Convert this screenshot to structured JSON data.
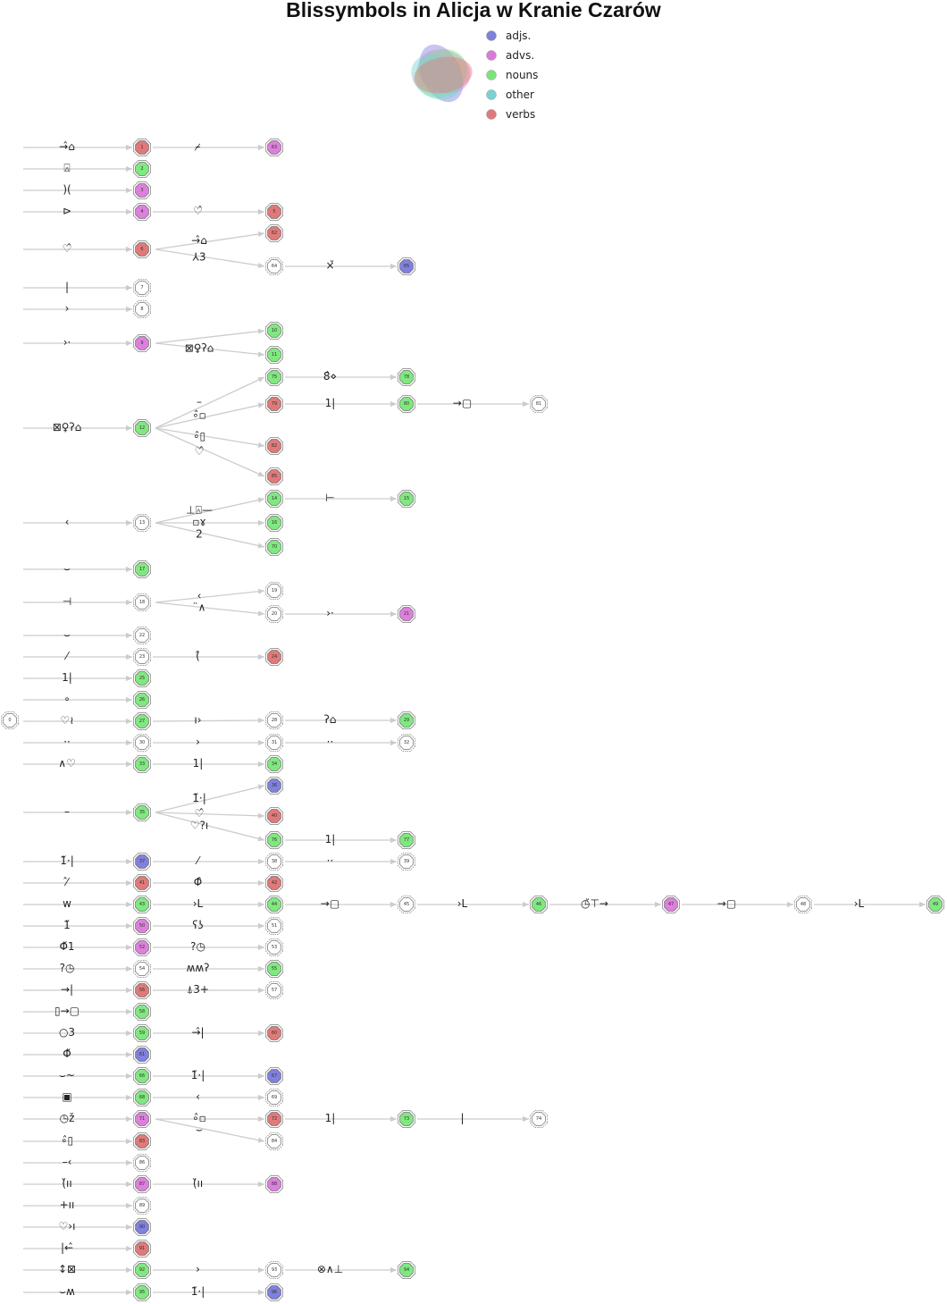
{
  "title": "Blissymbols in Alicja w Kranie Czarów",
  "colors": {
    "adjs": "#8080dd",
    "advs": "#dd80dd",
    "nouns": "#80e880",
    "other": "#ffffff",
    "verbs": "#e07a7a",
    "edge": "#cccccc"
  },
  "legend": [
    {
      "key": "adjs",
      "label": "adjs.",
      "color": "#7f7fdc"
    },
    {
      "key": "advs",
      "label": "advs.",
      "color": "#d87cd8"
    },
    {
      "key": "nouns",
      "label": "nouns",
      "color": "#7de27d"
    },
    {
      "key": "other",
      "label": "other",
      "color": "#79d2d2"
    },
    {
      "key": "verbs",
      "label": "verbs",
      "color": "#e07a7a"
    }
  ],
  "nodes": [
    {
      "id": "0",
      "kind": "other"
    },
    {
      "id": "1",
      "kind": "verbs"
    },
    {
      "id": "2",
      "kind": "nouns"
    },
    {
      "id": "3",
      "kind": "advs"
    },
    {
      "id": "4",
      "kind": "advs"
    },
    {
      "id": "5",
      "kind": "verbs"
    },
    {
      "id": "6",
      "kind": "verbs"
    },
    {
      "id": "7",
      "kind": "other"
    },
    {
      "id": "8",
      "kind": "other"
    },
    {
      "id": "9",
      "kind": "advs"
    },
    {
      "id": "10",
      "kind": "nouns"
    },
    {
      "id": "11",
      "kind": "nouns"
    },
    {
      "id": "12",
      "kind": "nouns"
    },
    {
      "id": "13",
      "kind": "other"
    },
    {
      "id": "14",
      "kind": "nouns"
    },
    {
      "id": "15",
      "kind": "nouns"
    },
    {
      "id": "16",
      "kind": "nouns"
    },
    {
      "id": "17",
      "kind": "nouns"
    },
    {
      "id": "18",
      "kind": "other"
    },
    {
      "id": "19",
      "kind": "other"
    },
    {
      "id": "20",
      "kind": "other"
    },
    {
      "id": "21",
      "kind": "advs"
    },
    {
      "id": "22",
      "kind": "other"
    },
    {
      "id": "23",
      "kind": "other"
    },
    {
      "id": "24",
      "kind": "verbs"
    },
    {
      "id": "25",
      "kind": "nouns"
    },
    {
      "id": "26",
      "kind": "nouns"
    },
    {
      "id": "27",
      "kind": "nouns"
    },
    {
      "id": "28",
      "kind": "other"
    },
    {
      "id": "29",
      "kind": "nouns"
    },
    {
      "id": "30",
      "kind": "other"
    },
    {
      "id": "31",
      "kind": "other"
    },
    {
      "id": "32",
      "kind": "other"
    },
    {
      "id": "33",
      "kind": "nouns"
    },
    {
      "id": "34",
      "kind": "nouns"
    },
    {
      "id": "35",
      "kind": "nouns"
    },
    {
      "id": "36",
      "kind": "adjs"
    },
    {
      "id": "37",
      "kind": "adjs"
    },
    {
      "id": "38",
      "kind": "other"
    },
    {
      "id": "39",
      "kind": "other"
    },
    {
      "id": "40",
      "kind": "verbs"
    },
    {
      "id": "41",
      "kind": "verbs"
    },
    {
      "id": "42",
      "kind": "verbs"
    },
    {
      "id": "43",
      "kind": "nouns"
    },
    {
      "id": "44",
      "kind": "nouns"
    },
    {
      "id": "45",
      "kind": "other"
    },
    {
      "id": "46",
      "kind": "nouns"
    },
    {
      "id": "47",
      "kind": "advs"
    },
    {
      "id": "48",
      "kind": "other"
    },
    {
      "id": "49",
      "kind": "nouns"
    },
    {
      "id": "50",
      "kind": "advs"
    },
    {
      "id": "51",
      "kind": "other"
    },
    {
      "id": "52",
      "kind": "advs"
    },
    {
      "id": "53",
      "kind": "other"
    },
    {
      "id": "54",
      "kind": "other"
    },
    {
      "id": "55",
      "kind": "nouns"
    },
    {
      "id": "56",
      "kind": "verbs"
    },
    {
      "id": "57",
      "kind": "other"
    },
    {
      "id": "58",
      "kind": "nouns"
    },
    {
      "id": "59",
      "kind": "nouns"
    },
    {
      "id": "60",
      "kind": "verbs"
    },
    {
      "id": "61",
      "kind": "adjs"
    },
    {
      "id": "62",
      "kind": "verbs"
    },
    {
      "id": "63",
      "kind": "advs"
    },
    {
      "id": "64",
      "kind": "other"
    },
    {
      "id": "65",
      "kind": "adjs"
    },
    {
      "id": "66",
      "kind": "nouns"
    },
    {
      "id": "67",
      "kind": "adjs"
    },
    {
      "id": "68",
      "kind": "nouns"
    },
    {
      "id": "69",
      "kind": "other"
    },
    {
      "id": "70",
      "kind": "nouns"
    },
    {
      "id": "71",
      "kind": "advs"
    },
    {
      "id": "72",
      "kind": "verbs"
    },
    {
      "id": "73",
      "kind": "nouns"
    },
    {
      "id": "74",
      "kind": "other"
    },
    {
      "id": "75",
      "kind": "nouns"
    },
    {
      "id": "76",
      "kind": "nouns"
    },
    {
      "id": "77",
      "kind": "nouns"
    },
    {
      "id": "78",
      "kind": "nouns"
    },
    {
      "id": "79",
      "kind": "verbs"
    },
    {
      "id": "80",
      "kind": "nouns"
    },
    {
      "id": "81",
      "kind": "other"
    },
    {
      "id": "82",
      "kind": "verbs"
    },
    {
      "id": "83",
      "kind": "verbs"
    },
    {
      "id": "84",
      "kind": "other"
    },
    {
      "id": "85",
      "kind": "verbs"
    },
    {
      "id": "86",
      "kind": "other"
    },
    {
      "id": "87",
      "kind": "advs"
    },
    {
      "id": "88",
      "kind": "advs"
    },
    {
      "id": "89",
      "kind": "other"
    },
    {
      "id": "90",
      "kind": "adjs"
    },
    {
      "id": "91",
      "kind": "verbs"
    },
    {
      "id": "92",
      "kind": "nouns"
    },
    {
      "id": "93",
      "kind": "other"
    },
    {
      "id": "94",
      "kind": "nouns"
    },
    {
      "id": "95",
      "kind": "nouns"
    },
    {
      "id": "96",
      "kind": "adjs"
    }
  ],
  "edges": [
    {
      "from": "0",
      "to": "1",
      "label": "→̂⌂"
    },
    {
      "from": "0",
      "to": "2",
      "label": "⍓"
    },
    {
      "from": "0",
      "to": "3",
      "label": ")("
    },
    {
      "from": "0",
      "to": "4",
      "label": "⊳"
    },
    {
      "from": "0",
      "to": "6",
      "label": "♡̂"
    },
    {
      "from": "0",
      "to": "7",
      "label": "|"
    },
    {
      "from": "0",
      "to": "8",
      "label": "›"
    },
    {
      "from": "0",
      "to": "9",
      "label": "›·"
    },
    {
      "from": "0",
      "to": "12",
      "label": "⊠♀ʔ⌂"
    },
    {
      "from": "0",
      "to": "13",
      "label": "‹"
    },
    {
      "from": "0",
      "to": "17",
      "label": "⌣"
    },
    {
      "from": "0",
      "to": "18",
      "label": "⊣"
    },
    {
      "from": "0",
      "to": "22",
      "label": "⌣"
    },
    {
      "from": "0",
      "to": "23",
      "label": "⁄"
    },
    {
      "from": "0",
      "to": "25",
      "label": "1|"
    },
    {
      "from": "0",
      "to": "26",
      "label": "∘"
    },
    {
      "from": "0",
      "to": "27",
      "label": "♡≀"
    },
    {
      "from": "0",
      "to": "30",
      "label": "··"
    },
    {
      "from": "0",
      "to": "33",
      "label": "∧♡"
    },
    {
      "from": "0",
      "to": "35",
      "label": "–"
    },
    {
      "from": "0",
      "to": "37",
      "label": "1̌·|"
    },
    {
      "from": "0",
      "to": "41",
      "label": "⁄̂"
    },
    {
      "from": "0",
      "to": "43",
      "label": "w"
    },
    {
      "from": "0",
      "to": "50",
      "label": "1̌"
    },
    {
      "from": "0",
      "to": "52",
      "label": "Φ̌1"
    },
    {
      "from": "0",
      "to": "54",
      "label": "?◷"
    },
    {
      "from": "0",
      "to": "56",
      "label": "→|"
    },
    {
      "from": "0",
      "to": "58",
      "label": "▯→▢"
    },
    {
      "from": "0",
      "to": "59",
      "label": "○3"
    },
    {
      "from": "0",
      "to": "61",
      "label": "Φ̌"
    },
    {
      "from": "0",
      "to": "66",
      "label": "⌣~"
    },
    {
      "from": "0",
      "to": "68",
      "label": "▣"
    },
    {
      "from": "0",
      "to": "71",
      "label": "◷ž"
    },
    {
      "from": "0",
      "to": "83",
      "label": "∘̂▯"
    },
    {
      "from": "0",
      "to": "86",
      "label": "–‹"
    },
    {
      "from": "0",
      "to": "87",
      "label": "(̌ıı"
    },
    {
      "from": "0",
      "to": "89",
      "label": "+ıı"
    },
    {
      "from": "0",
      "to": "90",
      "label": "♡›ı"
    },
    {
      "from": "0",
      "to": "91",
      "label": "|←̂"
    },
    {
      "from": "0",
      "to": "92",
      "label": "↕⊠"
    },
    {
      "from": "0",
      "to": "95",
      "label": "⌣ʍ"
    },
    {
      "from": "1",
      "to": "63",
      "label": "–̷"
    },
    {
      "from": "4",
      "to": "5",
      "label": "♡̂"
    },
    {
      "from": "6",
      "to": "62",
      "label": "→̂⌂"
    },
    {
      "from": "6",
      "to": "64",
      "label": "⅄3"
    },
    {
      "from": "64",
      "to": "65",
      "label": "×̌"
    },
    {
      "from": "9",
      "to": "10",
      "label": ""
    },
    {
      "from": "9",
      "to": "11",
      "label": "⊠♀ʔ⌂"
    },
    {
      "from": "12",
      "to": "75",
      "label": "–"
    },
    {
      "from": "12",
      "to": "79",
      "label": "∘̂▫"
    },
    {
      "from": "12",
      "to": "82",
      "label": "∘̂▯"
    },
    {
      "from": "12",
      "to": "85",
      "label": "♡̂"
    },
    {
      "from": "75",
      "to": "78",
      "label": "8̂⋄"
    },
    {
      "from": "79",
      "to": "80",
      "label": "1|"
    },
    {
      "from": "80",
      "to": "81",
      "label": "→▢"
    },
    {
      "from": "13",
      "to": "14",
      "label": "⊥⍓—"
    },
    {
      "from": "13",
      "to": "16",
      "label": "▫ɤ"
    },
    {
      "from": "13",
      "to": "70",
      "label": "2"
    },
    {
      "from": "14",
      "to": "15",
      "label": "⊢"
    },
    {
      "from": "18",
      "to": "19",
      "label": "‹"
    },
    {
      "from": "18",
      "to": "20",
      "label": "¨∧"
    },
    {
      "from": "20",
      "to": "21",
      "label": "›·"
    },
    {
      "from": "23",
      "to": "24",
      "label": "(̂"
    },
    {
      "from": "27",
      "to": "28",
      "label": "ı›"
    },
    {
      "from": "28",
      "to": "29",
      "label": "ʔ⌂"
    },
    {
      "from": "30",
      "to": "31",
      "label": "›"
    },
    {
      "from": "31",
      "to": "32",
      "label": "··"
    },
    {
      "from": "33",
      "to": "34",
      "label": "1|"
    },
    {
      "from": "35",
      "to": "36",
      "label": "1̌·|"
    },
    {
      "from": "35",
      "to": "40",
      "label": "♡̂"
    },
    {
      "from": "35",
      "to": "76",
      "label": "♡?ı"
    },
    {
      "from": "76",
      "to": "77",
      "label": "1|"
    },
    {
      "from": "37",
      "to": "38",
      "label": "⁄"
    },
    {
      "from": "38",
      "to": "39",
      "label": "··"
    },
    {
      "from": "41",
      "to": "42",
      "label": "Φ̂"
    },
    {
      "from": "43",
      "to": "44",
      "label": "›L"
    },
    {
      "from": "44",
      "to": "45",
      "label": "→▢"
    },
    {
      "from": "45",
      "to": "46",
      "label": "›L"
    },
    {
      "from": "46",
      "to": "47",
      "label": "◷̌⊤→"
    },
    {
      "from": "47",
      "to": "48",
      "label": "→▢"
    },
    {
      "from": "48",
      "to": "49",
      "label": "›L"
    },
    {
      "from": "50",
      "to": "51",
      "label": "ʕʖ"
    },
    {
      "from": "52",
      "to": "53",
      "label": "?◷"
    },
    {
      "from": "54",
      "to": "55",
      "label": "ʍʍʔ"
    },
    {
      "from": "56",
      "to": "57",
      "label": "⍋3+"
    },
    {
      "from": "59",
      "to": "60",
      "label": "→̂|"
    },
    {
      "from": "66",
      "to": "67",
      "label": "1̌·|"
    },
    {
      "from": "68",
      "to": "69",
      "label": "‹"
    },
    {
      "from": "71",
      "to": "72",
      "label": "∘̂▫"
    },
    {
      "from": "71",
      "to": "84",
      "label": "⌣"
    },
    {
      "from": "72",
      "to": "73",
      "label": "1|"
    },
    {
      "from": "73",
      "to": "74",
      "label": "|"
    },
    {
      "from": "87",
      "to": "88",
      "label": "(̌ıı"
    },
    {
      "from": "92",
      "to": "93",
      "label": "›"
    },
    {
      "from": "93",
      "to": "94",
      "label": "⊗∧⊥"
    },
    {
      "from": "95",
      "to": "96",
      "label": "1̌·|"
    }
  ]
}
